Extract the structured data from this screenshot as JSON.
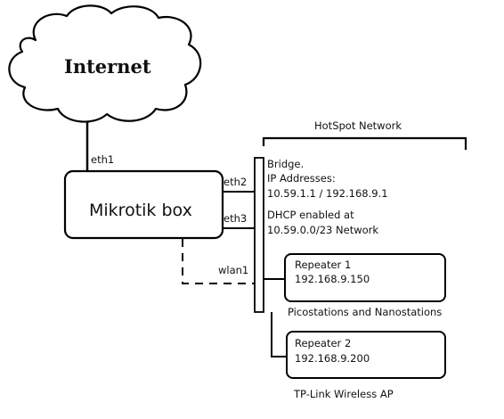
{
  "cloud": {
    "label": "Internet"
  },
  "router": {
    "label": "Mikrotik box"
  },
  "ports": {
    "eth1": "eth1",
    "eth2": "eth2",
    "eth3": "eth3",
    "wlan1": "wlan1"
  },
  "hotspot": {
    "title": "HotSpot Network"
  },
  "bridge": {
    "line1": "Bridge.",
    "line2": "IP Addresses:",
    "line3": "10.59.1.1 / 192.168.9.1",
    "dhcp1": "DHCP enabled at",
    "dhcp2": "10.59.0.0/23 Network"
  },
  "repeaters": [
    {
      "name": "Repeater 1",
      "ip": "192.168.9.150",
      "caption": "Picostations and Nanostations"
    },
    {
      "name": "Repeater 2",
      "ip": "192.168.9.200",
      "caption": "TP-Link Wireless AP"
    }
  ],
  "colors": {
    "stroke": "#000000",
    "text": "#111111",
    "background": "#ffffff"
  }
}
